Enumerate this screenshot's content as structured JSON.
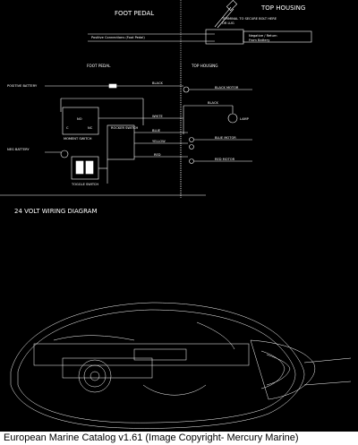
{
  "upper": {
    "foot_pedal": "FOOT PEDAL",
    "top_housing": "TOP HOUSING",
    "cable_note": "TERMINAL TO SECURE BOLT HERE",
    "cable_sub": "OR LUG",
    "left_note": "Positive Connections (Foot Pedal)",
    "right_note_1": "Negative / Return",
    "right_note_2": "From Battery"
  },
  "wiring": {
    "foot_pedal": "FOOT PEDAL",
    "top_housing": "TOP HOUSING",
    "left_label_1": "POSITIVE BATTERY",
    "left_label_2": "NEG BATTERY",
    "black_1": "BLACK",
    "black_motor": "BLACK MOTOR",
    "black_2": "BLACK",
    "white": "WHITE",
    "blue": "BLUE",
    "blue_motor": "BLUE MOTOR",
    "yellow": "YELLOW",
    "red": "RED",
    "red_motor": "RED MOTOR",
    "lamp": "LAMP",
    "momentary_switch": "MOMENT SWITCH",
    "rocker_switch": "ROCKER SWITCH",
    "toggle_switch": "TOGGLE SWITCH",
    "no": "NO",
    "nc": "NC",
    "c": "C",
    "title": "24 VOLT WIRING DIAGRAM"
  },
  "footer": {
    "caption": "European Marine Catalog v1.61 (Image Copyright- Mercury Marine)"
  }
}
